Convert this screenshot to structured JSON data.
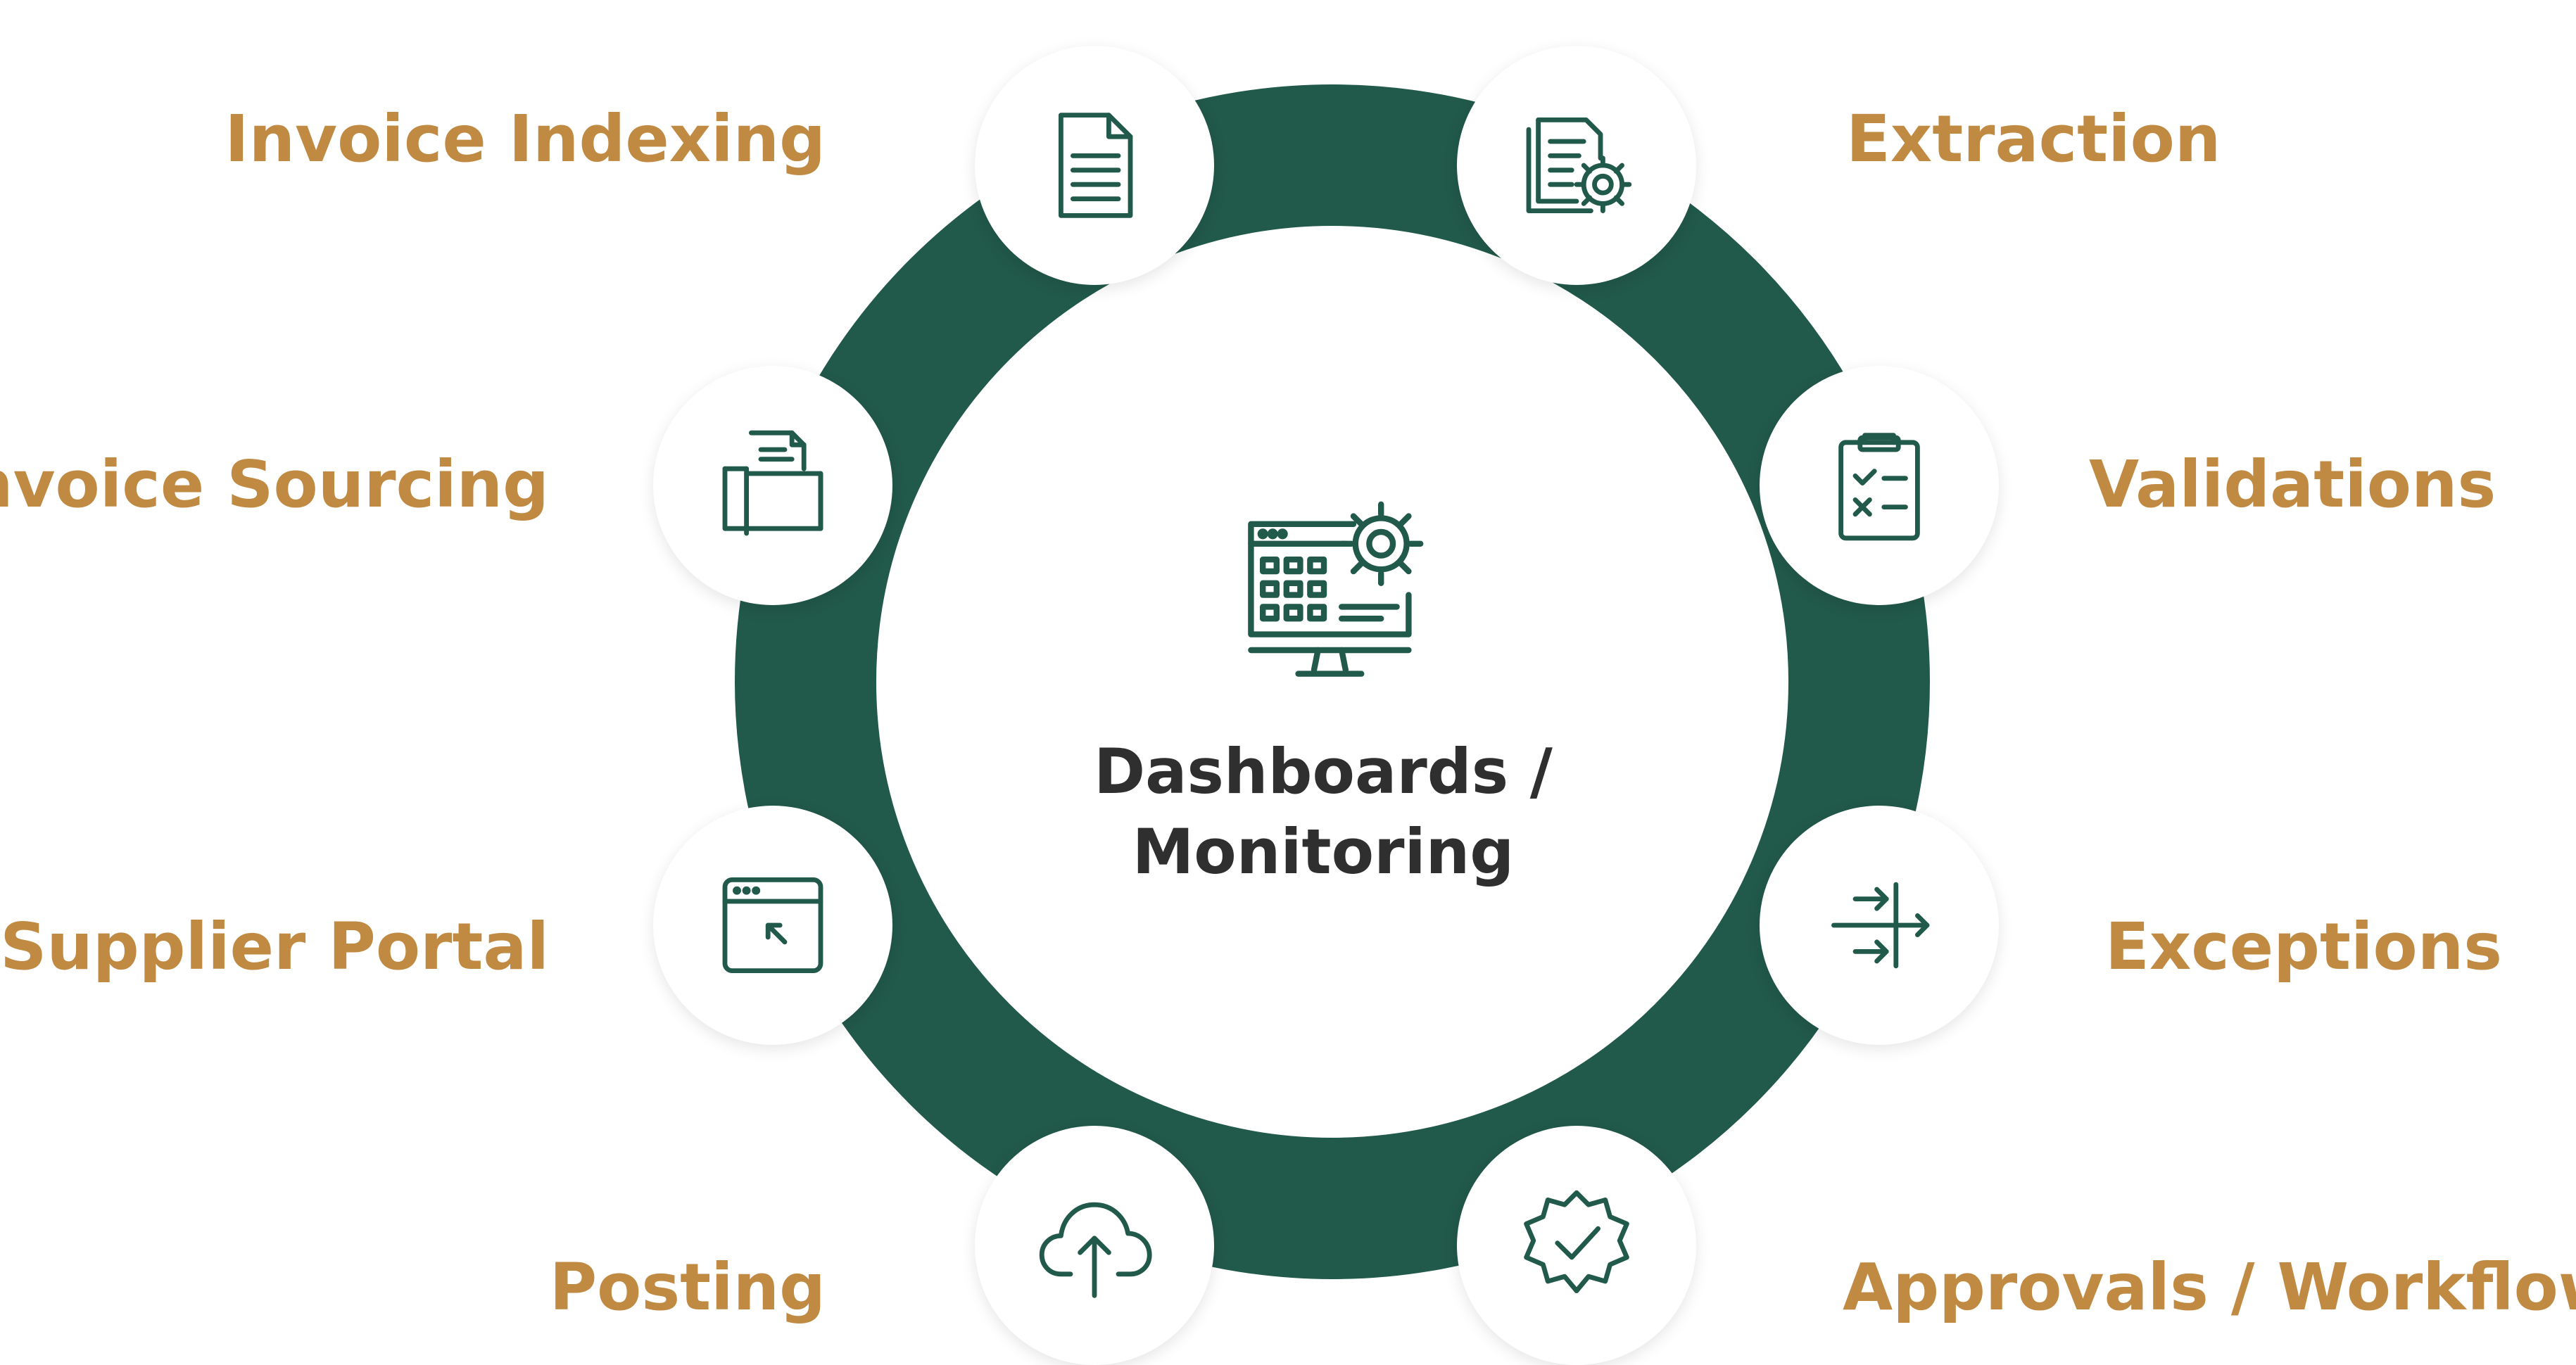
{
  "colors": {
    "ring": "#21594a",
    "label": "#c08a43",
    "center_text": "#2f2f2f",
    "icon_stroke": "#21594a"
  },
  "center": {
    "title_line1": "Dashboards /",
    "title_line2": "Monitoring",
    "icon": "dashboard-monitor-gear-icon"
  },
  "steps": [
    {
      "label": "Invoice Indexing",
      "icon": "document-icon"
    },
    {
      "label": "Extraction",
      "icon": "document-gear-icon"
    },
    {
      "label": "Validations",
      "icon": "clipboard-checklist-icon"
    },
    {
      "label": "Exceptions",
      "icon": "arrows-to-bar-icon"
    },
    {
      "label": "Approvals / Workflows",
      "icon": "badge-check-icon"
    },
    {
      "label": "Posting",
      "icon": "cloud-upload-icon"
    },
    {
      "label": "Supplier Portal",
      "icon": "browser-window-icon"
    },
    {
      "label": "Invoice Sourcing",
      "icon": "folder-documents-icon"
    }
  ]
}
